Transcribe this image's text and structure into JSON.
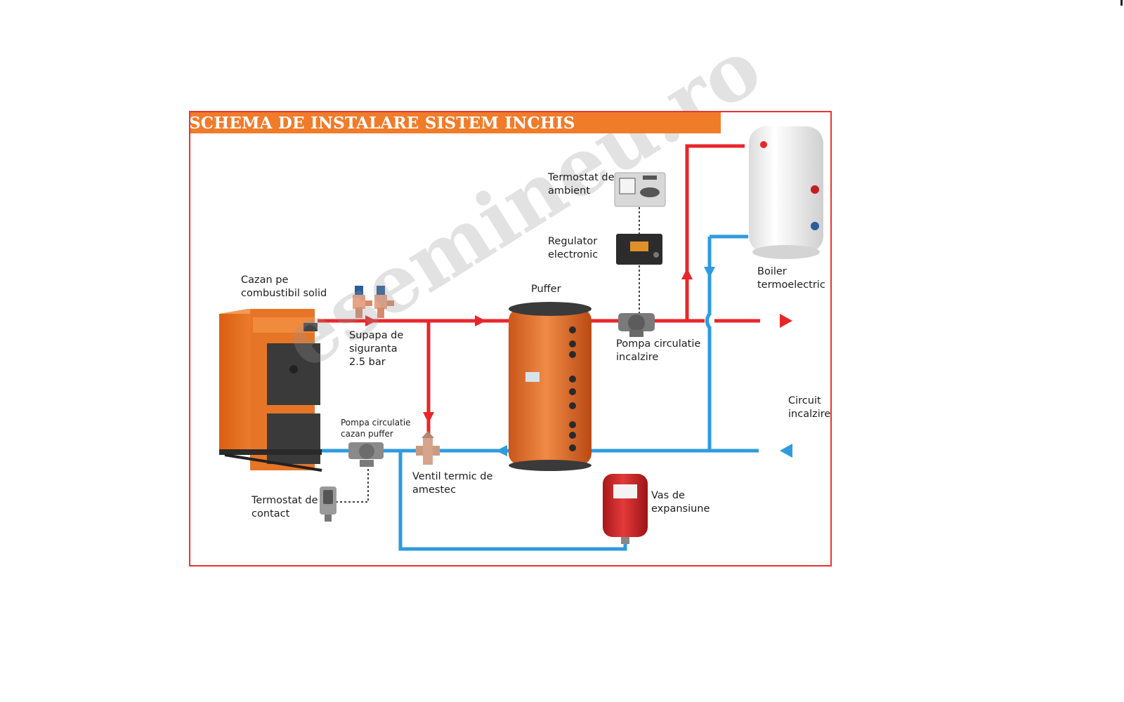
{
  "diagram": {
    "title": "SCHEMA DE INSTALARE SISTEM INCHIS",
    "watermark": "esemineu.ro",
    "colors": {
      "frame": "#e5352f",
      "title_bg": "#f07c2a",
      "title_text": "#ffffff",
      "hot_pipe": "#e8262a",
      "cold_pipe": "#2e9bde",
      "boiler": "#f07c2a",
      "puffer": "#e8742c",
      "expansion_vessel": "#d8292c"
    },
    "labels": {
      "boiler_solid_l1": "Cazan pe",
      "boiler_solid_l2": "combustibil solid",
      "safety_valve_l1": "Supapa de",
      "safety_valve_l2": "siguranta",
      "safety_valve_l3": "2.5 bar",
      "pump_buffer_l1": "Pompa circulatie",
      "pump_buffer_l2": "cazan puffer",
      "contact_thermostat_l1": "Termostat de",
      "contact_thermostat_l2": "contact",
      "mixing_valve_l1": "Ventil termic de",
      "mixing_valve_l2": "amestec",
      "puffer": "Puffer",
      "ambient_thermostat_l1": "Termostat de",
      "ambient_thermostat_l2": "ambient",
      "regulator_l1": "Regulator",
      "regulator_l2": "electronic",
      "heating_pump_l1": "Pompa circulatie",
      "heating_pump_l2": "incalzire",
      "expansion_l1": "Vas de",
      "expansion_l2": "expansiune",
      "electric_boiler_l1": "Boiler",
      "electric_boiler_l2": "termoelectric",
      "heating_circuit_l1": "Circuit",
      "heating_circuit_l2": "incalzire"
    }
  }
}
